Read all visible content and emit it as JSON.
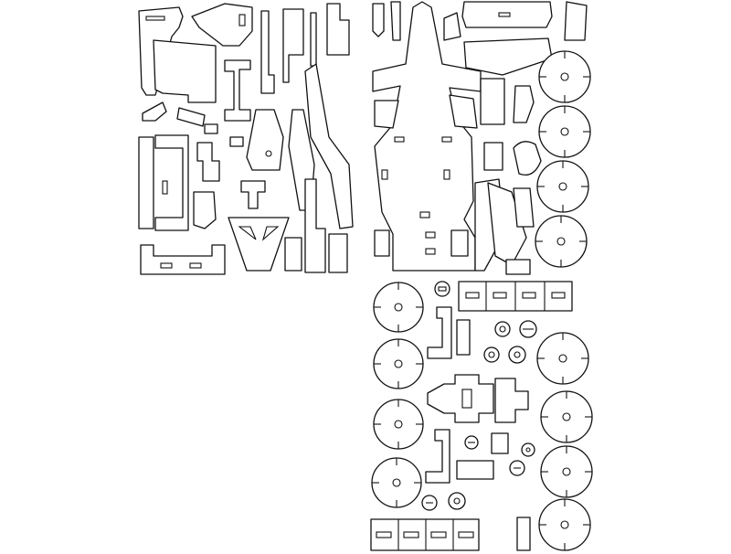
{
  "sheet": {
    "kind": "laser-cut parts template",
    "background": "#ffffff",
    "line_color": "#111111",
    "visible_text": []
  },
  "groups": [
    {
      "name": "left-panel-parts",
      "description_visible": false
    },
    {
      "name": "fuselage-top-view",
      "description_visible": false
    },
    {
      "name": "right-column-disc-wheels",
      "description_visible": false
    },
    {
      "name": "lower-right-small-parts",
      "description_visible": false
    }
  ]
}
